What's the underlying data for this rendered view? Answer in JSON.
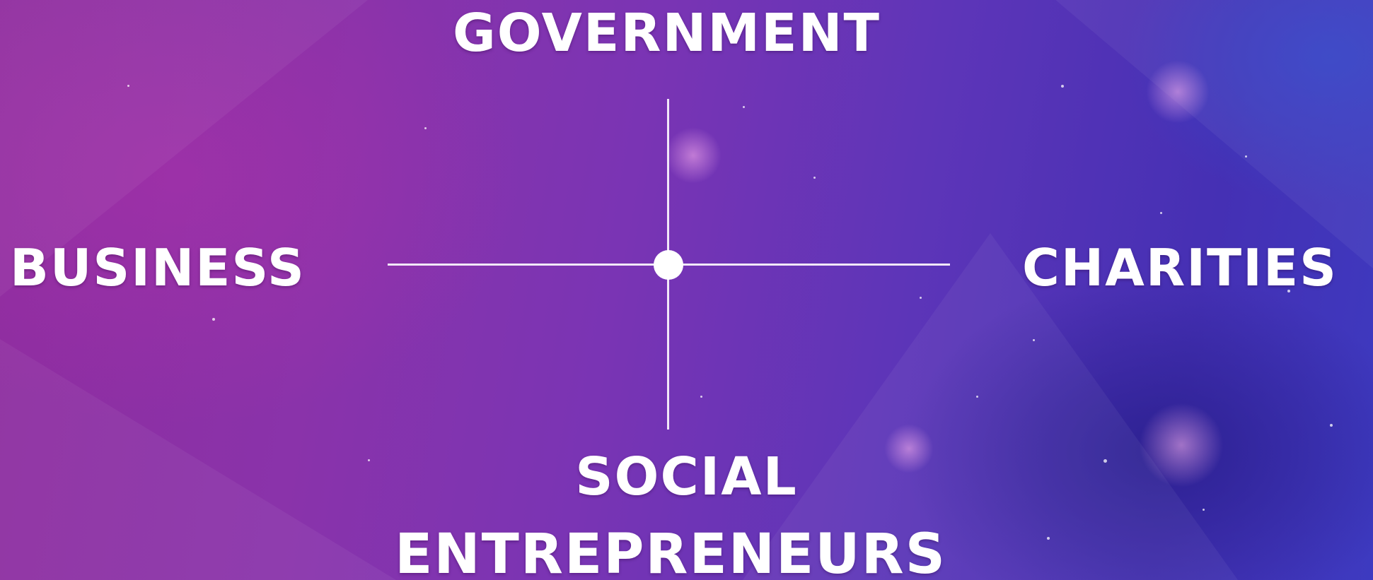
{
  "quadrant": {
    "top_label": "GOVERNMENT",
    "left_label": "BUSINESS",
    "right_label": "CHARITIES",
    "bottom_label_line1": "SOCIAL",
    "bottom_label_line2": "ENTREPRENEURS"
  },
  "colors": {
    "background_left": "#8e2c9e",
    "background_right": "#3d3ac0",
    "text": "#ffffff",
    "axis": "#f2e8f8"
  }
}
